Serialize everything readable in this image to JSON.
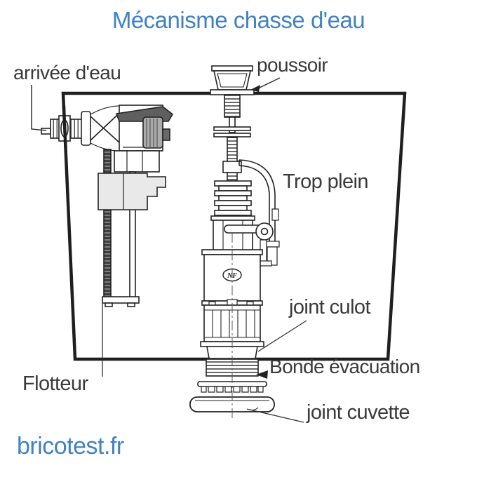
{
  "title": "Mécanisme chasse d'eau",
  "watermark": "bricotest.fr",
  "labels": {
    "arrivee_eau": "arrivée d'eau",
    "poussoir": "poussoir",
    "trop_plein": "Trop plein",
    "joint_culot": "joint culot",
    "bonde_evacuation": "Bonde évacuation",
    "flotteur": "Flotteur",
    "joint_cuvette": "joint cuvette"
  },
  "diagram": {
    "nf_mark": "NF"
  },
  "colors": {
    "accent_blue": "#3f81c2",
    "label_gray": "#3a3a3a",
    "line_dark": "#1f1f1f"
  }
}
